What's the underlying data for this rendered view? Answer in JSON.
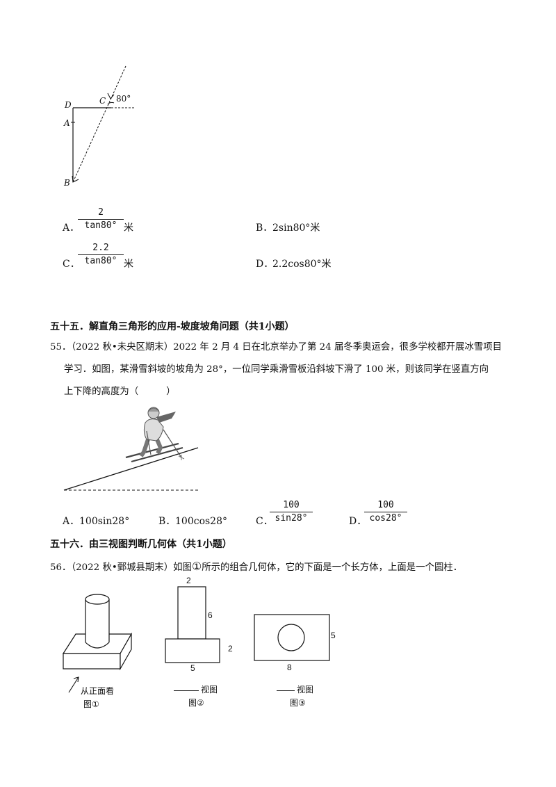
{
  "q54": {
    "figure": {
      "labels": {
        "d": "D",
        "c": "C",
        "a": "A",
        "b": "B",
        "angle": "80°"
      }
    },
    "options": {
      "a": {
        "letter": "A．",
        "num": "2",
        "den": "tan80°",
        "unit": "米"
      },
      "b": {
        "letter": "B．",
        "text": "2sin80°米"
      },
      "c": {
        "letter": "C．",
        "num": "2.2",
        "den": "tan80°",
        "unit": "米"
      },
      "d": {
        "letter": "D．",
        "text": "2.2cos80°米"
      }
    }
  },
  "section55": {
    "heading": "五十五．解直角三角形的应用-坡度坡角问题（共1小题）"
  },
  "q55": {
    "line1": "55．（2022 秋•未央区期末）2022 年 2 月 4 日在北京举办了第 24 届冬季奥运会，很多学校都开展冰雪项目",
    "line2": "学习．如图，某滑雪斜坡的坡角为 28°，一位同学乘滑雪板沿斜坡下滑了 100 米，则该同学在竖直方向",
    "line3_pre": "上下降的高度为（",
    "line3_post": "）",
    "options": {
      "a": {
        "letter": "A．",
        "text": "100sin28°"
      },
      "b": {
        "letter": "B．",
        "text": "100cos28°"
      },
      "c": {
        "letter": "C．",
        "num": "100",
        "den": "sin28°"
      },
      "d": {
        "letter": "D．",
        "num": "100",
        "den": "cos28°"
      }
    }
  },
  "section56": {
    "heading": "五十六．由三视图判断几何体（共1小题）"
  },
  "q56": {
    "line1_pre": "56．（2022 秋•鄄城县期末）如图",
    "circled": "①",
    "line1_post": "所示的组合几何体，它的下面是一个长方体，上面是一个圆柱．",
    "fig1": {
      "caption_view": "从正面看",
      "caption_fig": "图①"
    },
    "fig2": {
      "dims": {
        "top": "2",
        "side_upper": "6",
        "side_lower": "2",
        "bottom": "5"
      },
      "view": "视图",
      "fig": "图②"
    },
    "fig3": {
      "dims": {
        "side": "5",
        "bottom": "8"
      },
      "view": "视图",
      "fig": "图③"
    }
  }
}
